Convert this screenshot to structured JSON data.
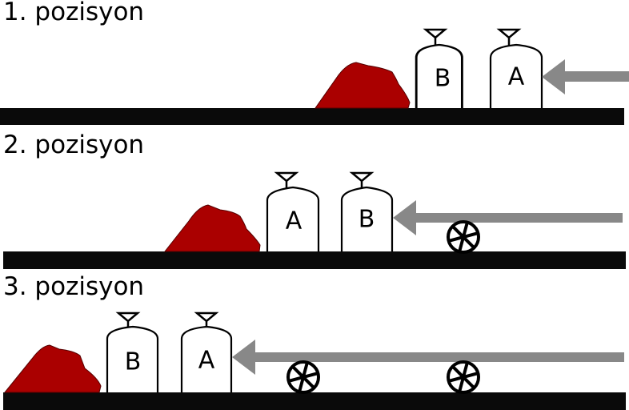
{
  "panels": [
    {
      "title": "1. pozisyon",
      "order": [
        "B",
        "A"
      ],
      "wheels": 0
    },
    {
      "title": "2. pozisyon",
      "order": [
        "A",
        "B"
      ],
      "wheels": 1
    },
    {
      "title": "3. pozisyon",
      "order": [
        "B",
        "A"
      ],
      "wheels": 2
    }
  ],
  "colors": {
    "rock": "#aa0000",
    "arrow": "#888888",
    "ground": "#0a0a0a"
  }
}
